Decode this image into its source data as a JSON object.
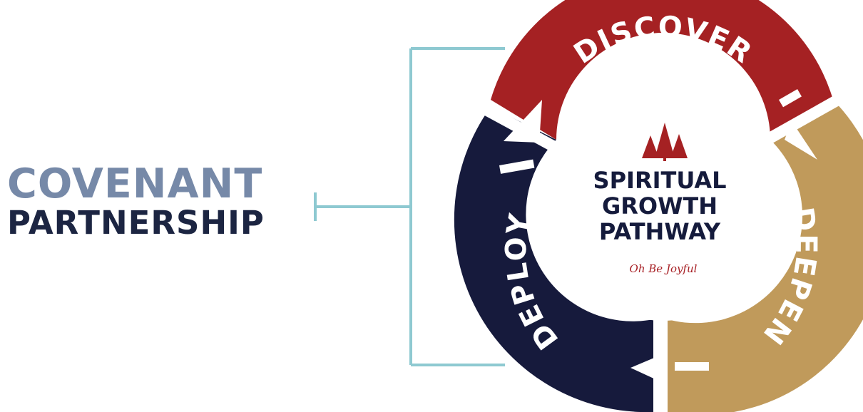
{
  "left": {
    "line1": "COVENANT",
    "line2": "PARTNERSHIP"
  },
  "center": {
    "line1": "SPIRITUAL",
    "line2": "GROWTH",
    "line3": "PATHWAY",
    "logo_text": "Oh Be Joyful"
  },
  "segments": {
    "discover": "DISCOVER",
    "deepen": "DEEPEN",
    "deploy": "DEPLOY"
  },
  "colors": {
    "discover": "#a52123",
    "deepen": "#c09a5b",
    "deploy": "#161a3c",
    "bracket": "#8ec9d1",
    "covenant": "#7689a8",
    "partnership": "#1c2542"
  },
  "icons": {
    "trees": "pine-trees-icon"
  }
}
